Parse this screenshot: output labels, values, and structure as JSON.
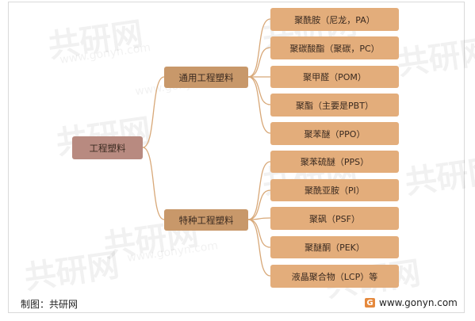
{
  "diagram": {
    "root": "工程塑料",
    "branches": [
      {
        "label": "通用工程塑料",
        "items": [
          "聚酰胺（尼龙，PA）",
          "聚碳酸酯（聚碳，PC）",
          "聚甲醛（POM）",
          "聚酯（主要是PBT）",
          "聚苯醚（PPO）"
        ]
      },
      {
        "label": "特种工程塑料",
        "items": [
          "聚苯硫醚（PPS）",
          "聚酰亚胺（PI）",
          "聚砜（PSF）",
          "聚醚酮（PEK）",
          "液晶聚合物（LCP）等"
        ]
      }
    ]
  },
  "footer": {
    "source": "制图：共研网",
    "website": "www.gonyn.com",
    "logo_letter": "G"
  },
  "watermark": {
    "brand": "共研网",
    "url": "www.gonyn.com"
  },
  "colors": {
    "root": "#b88a80",
    "branch": "#c8986a",
    "leaf": "#e3ad7b",
    "connector": "#d8a878"
  }
}
